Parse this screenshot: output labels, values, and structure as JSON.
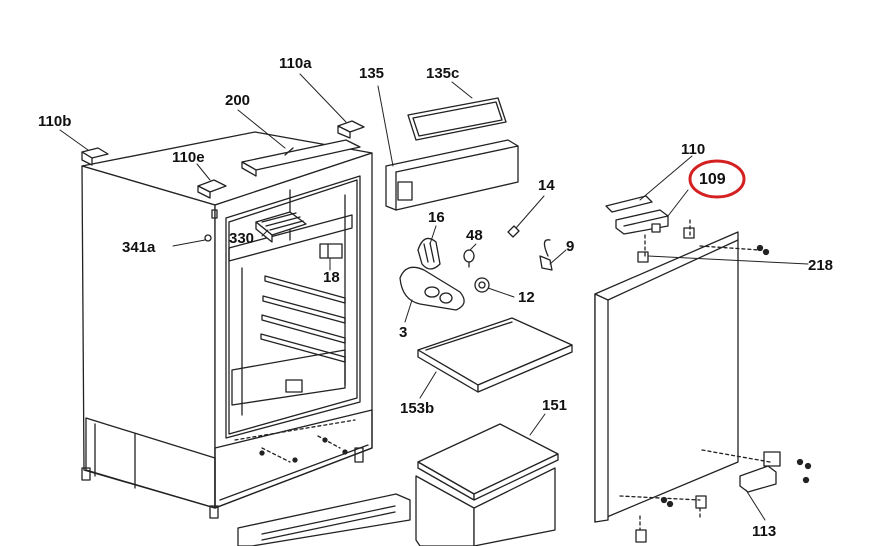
{
  "diagram": {
    "part_labels": {
      "p110a": "110a",
      "p135": "135",
      "p135c": "135c",
      "p110b": "110b",
      "p200": "200",
      "p110e": "110e",
      "p110": "110",
      "p109": "109",
      "p14": "14",
      "p16": "16",
      "p48": "48",
      "p9": "9",
      "p341a": "341a",
      "p330": "330",
      "p18": "18",
      "p218": "218",
      "p12": "12",
      "p3": "3",
      "p153b": "153b",
      "p151": "151",
      "p113": "113"
    },
    "highlight": {
      "label_key": "p109",
      "color": "#d42020",
      "shape": "ellipse"
    },
    "line_color": "#222222"
  }
}
